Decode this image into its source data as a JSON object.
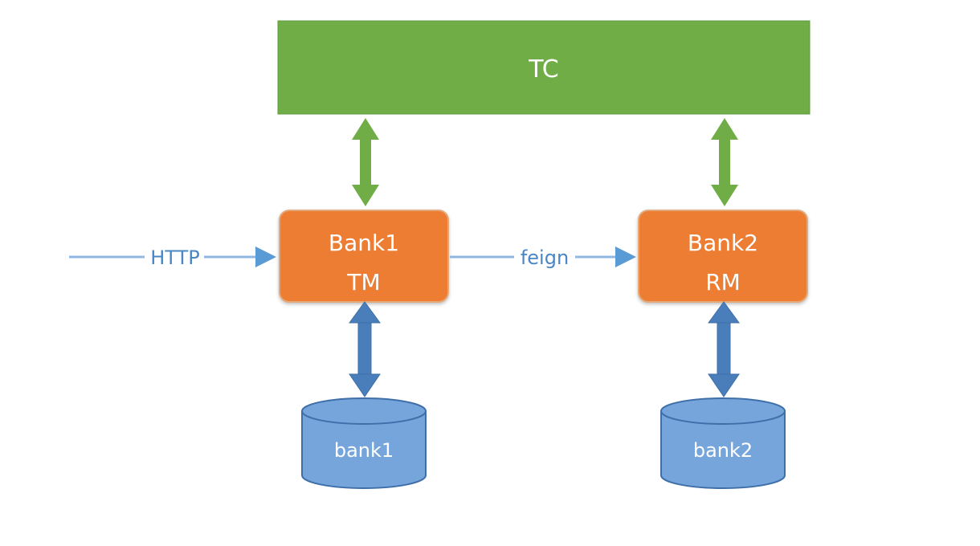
{
  "diagram": {
    "tc": {
      "label": "TC"
    },
    "bank1_service": {
      "line1": "Bank1",
      "line2": "TM"
    },
    "bank2_service": {
      "line1": "Bank2",
      "line2": "RM"
    },
    "bank1_db": {
      "label": "bank1"
    },
    "bank2_db": {
      "label": "bank2"
    },
    "http_edge": {
      "label": "HTTP"
    },
    "feign_edge": {
      "label": "feign"
    }
  },
  "colors": {
    "tc_fill": "#70ad47",
    "tc_border": "#5e9a3c",
    "service_fill": "#ed7d31",
    "service_border": "#e4a97a",
    "db_fill": "#76a5dc",
    "db_border": "#3e6fa8",
    "green_arrow": "#70ad47",
    "blue_arrow": "#4a7ebb",
    "flow_line": "#8fb8e4",
    "flow_head": "#5b9bd5",
    "flow_label": "#4a86c5"
  }
}
